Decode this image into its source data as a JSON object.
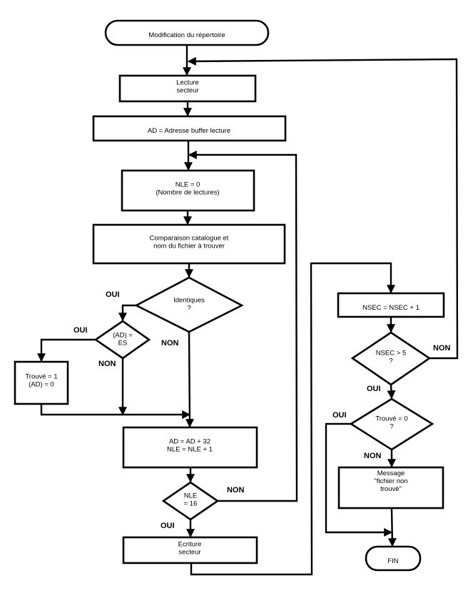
{
  "title": "Modification du répertoire",
  "nodes": {
    "start": {
      "type": "terminal",
      "lines": [
        "Modification du répertoire"
      ]
    },
    "read_sector": {
      "type": "process",
      "lines": [
        "Lecture",
        "secteur"
      ]
    },
    "set_ad": {
      "type": "process",
      "lines": [
        "AD = Adresse buffer lecture"
      ]
    },
    "nle_zero": {
      "type": "process",
      "lines": [
        "NLE = 0",
        "(Nombre de lectures)"
      ]
    },
    "compare": {
      "type": "process",
      "lines": [
        "Comparaison catalogue et",
        "nom du fichier à trouver"
      ]
    },
    "identical": {
      "type": "decision",
      "lines": [
        "Identiques",
        "?"
      ]
    },
    "ad_es": {
      "type": "decision",
      "lines": [
        "(AD) =",
        "ES"
      ]
    },
    "found": {
      "type": "process",
      "lines": [
        "Trouvé = 1",
        "(AD) = 0"
      ]
    },
    "increment": {
      "type": "process",
      "lines": [
        "AD = AD + 32",
        "NLE = NLE + 1"
      ]
    },
    "nle_16": {
      "type": "decision",
      "lines": [
        "NLE",
        "= 16"
      ]
    },
    "write_sector": {
      "type": "process",
      "lines": [
        "Ecriture",
        "secteur"
      ]
    },
    "nsec_inc": {
      "type": "process",
      "lines": [
        "NSEC = NSEC + 1"
      ]
    },
    "nsec_gt5": {
      "type": "decision",
      "lines": [
        "NSEC > 5",
        "?"
      ]
    },
    "found_zero": {
      "type": "decision",
      "lines": [
        "Trouvé = 0",
        "?"
      ]
    },
    "message": {
      "type": "process",
      "lines": [
        "Message",
        "\"fichier non",
        "trouvé\""
      ]
    },
    "end": {
      "type": "terminal",
      "lines": [
        "FIN"
      ]
    }
  },
  "edge_labels": {
    "identical_yes": "OUI",
    "identical_no": "NON",
    "ad_es_yes": "OUI",
    "ad_es_no": "NON",
    "nle16_no": "NON",
    "nle16_yes": "OUI",
    "nsec_no": "NON",
    "nsec_yes": "OUI",
    "found_zero_yes": "OUI",
    "found_zero_no": "NON"
  }
}
